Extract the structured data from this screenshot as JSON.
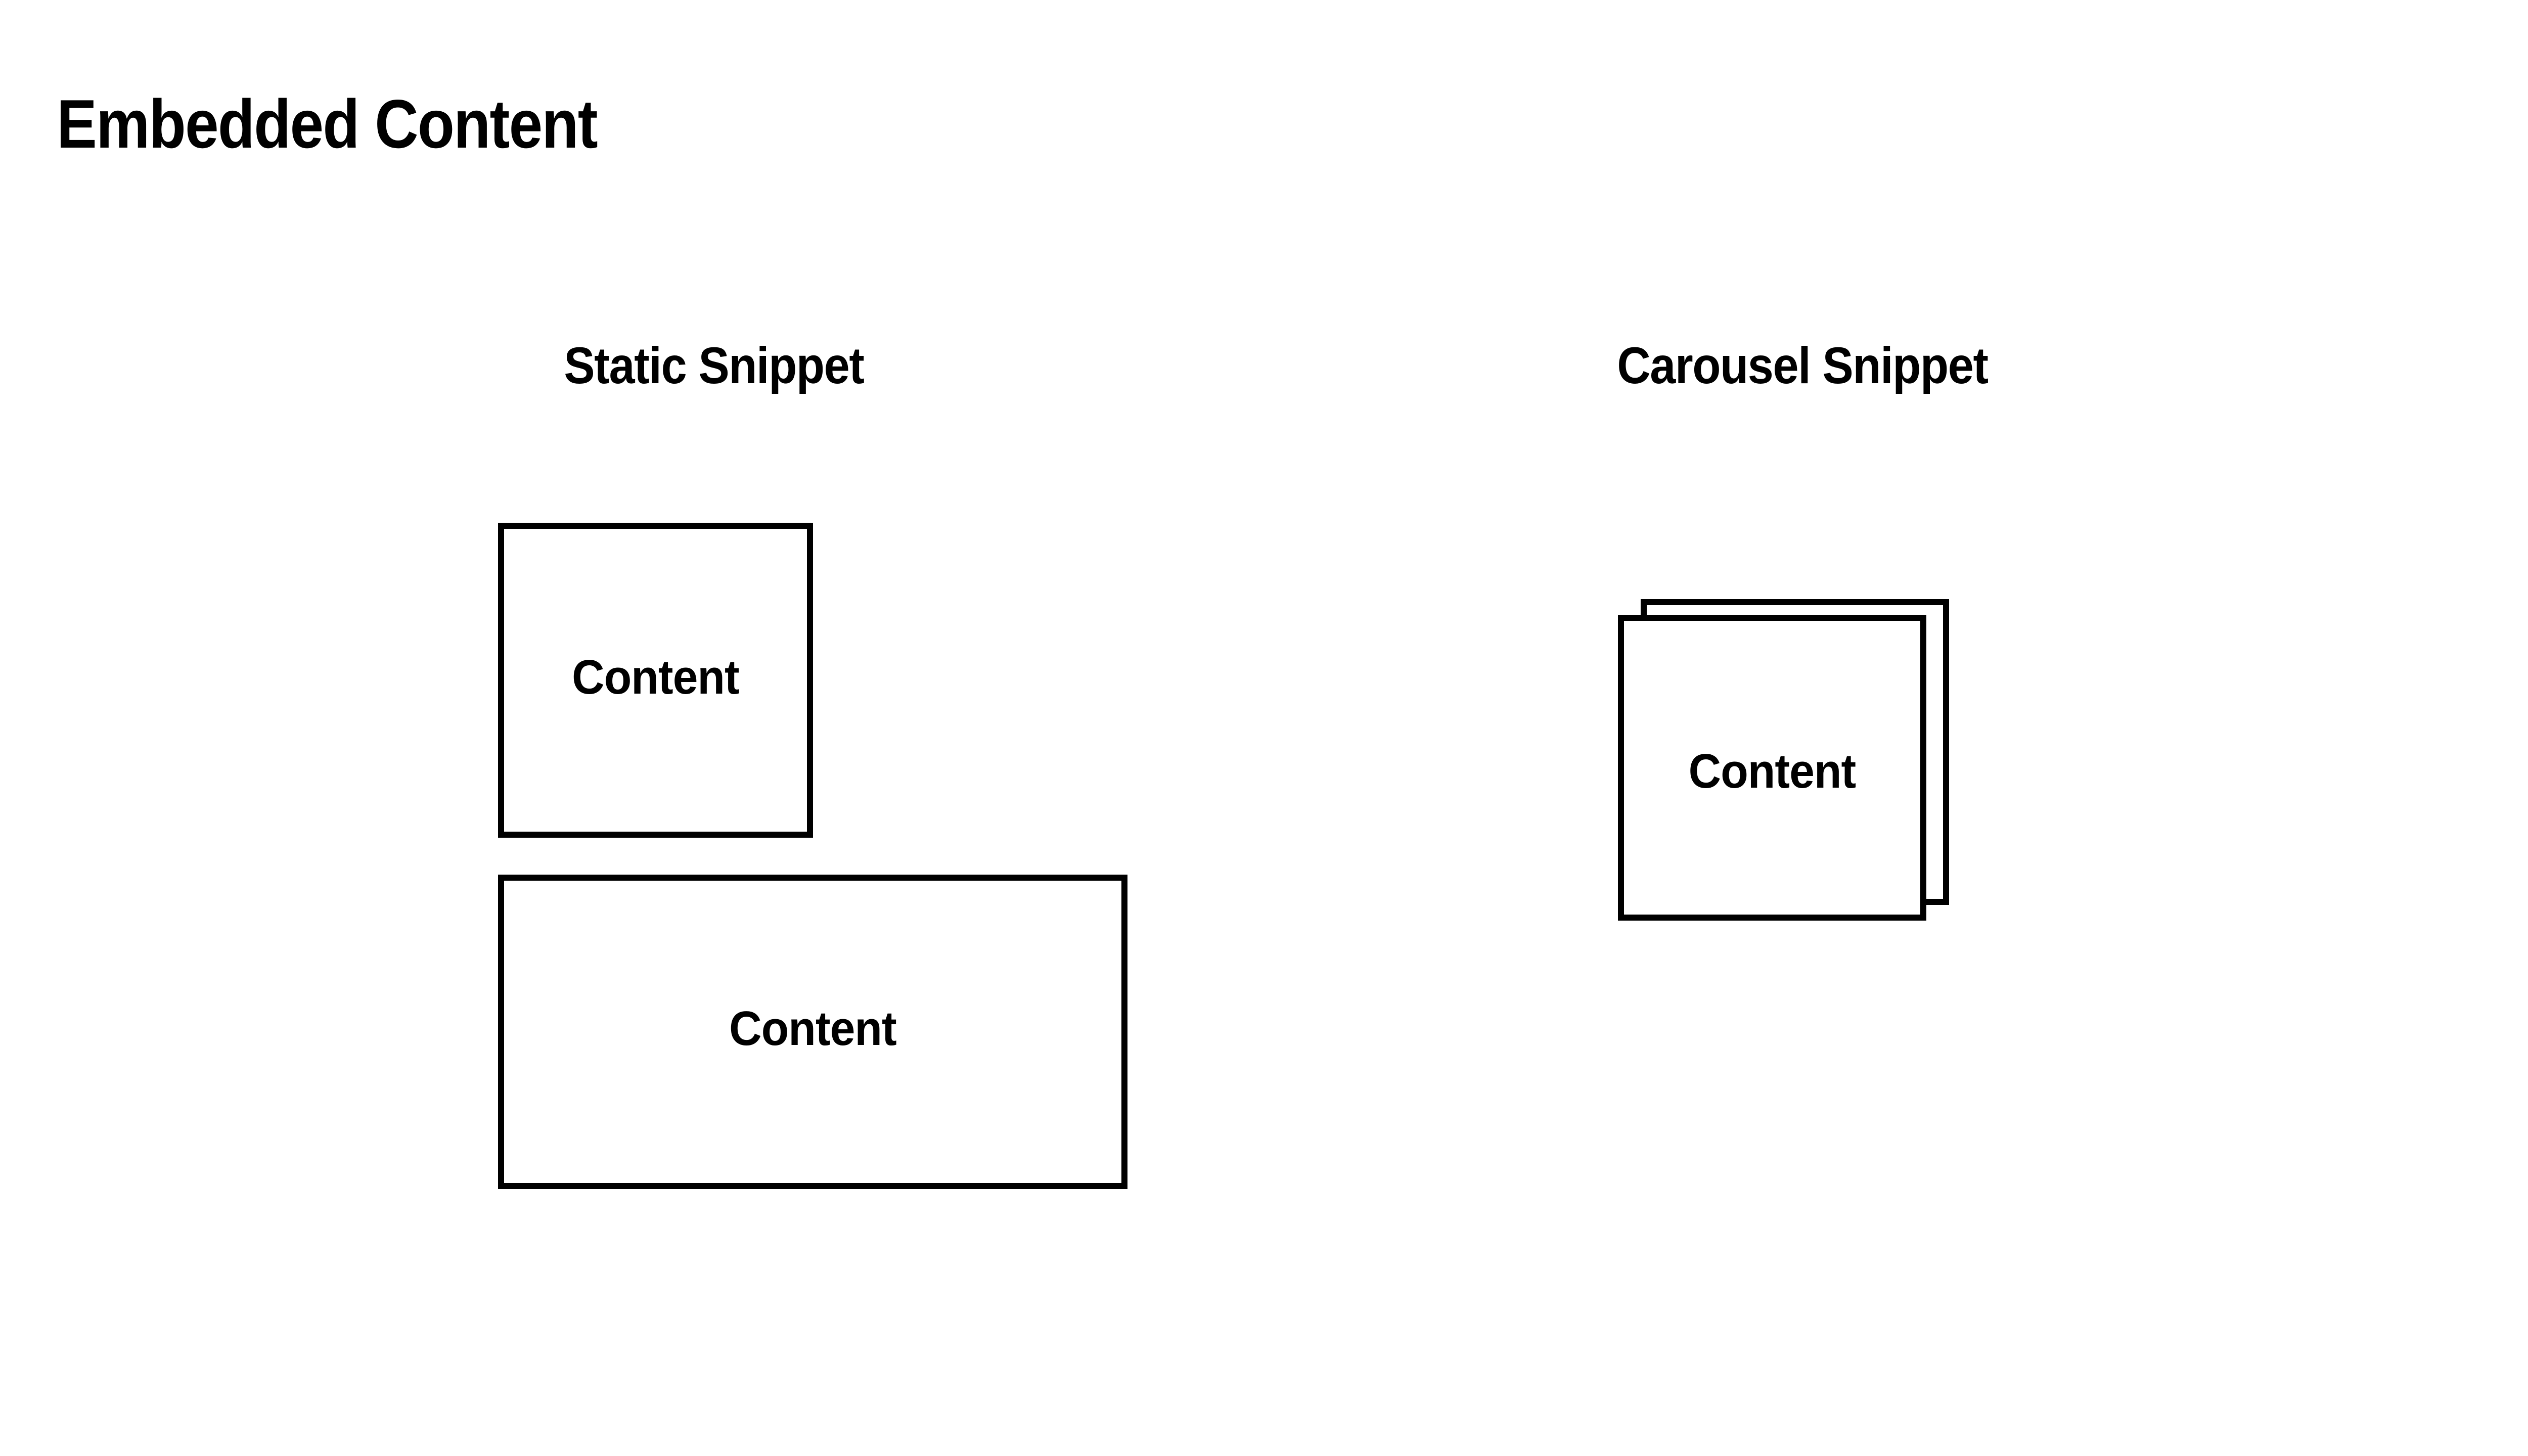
{
  "page": {
    "title": "Embedded Content",
    "background_color": "#ffffff",
    "ink_color": "#000000"
  },
  "sections": [
    {
      "id": "static-snippet",
      "title": "Static Snippet",
      "boxes": [
        {
          "id": "static-square",
          "label": "Content",
          "shape": "square"
        },
        {
          "id": "static-wide",
          "label": "Content",
          "shape": "wide-rectangle"
        }
      ]
    },
    {
      "id": "carousel-snippet",
      "title": "Carousel Snippet",
      "cards": [
        {
          "id": "carousel-card-back",
          "label": ""
        },
        {
          "id": "carousel-card-front",
          "label": "Content"
        }
      ]
    }
  ]
}
